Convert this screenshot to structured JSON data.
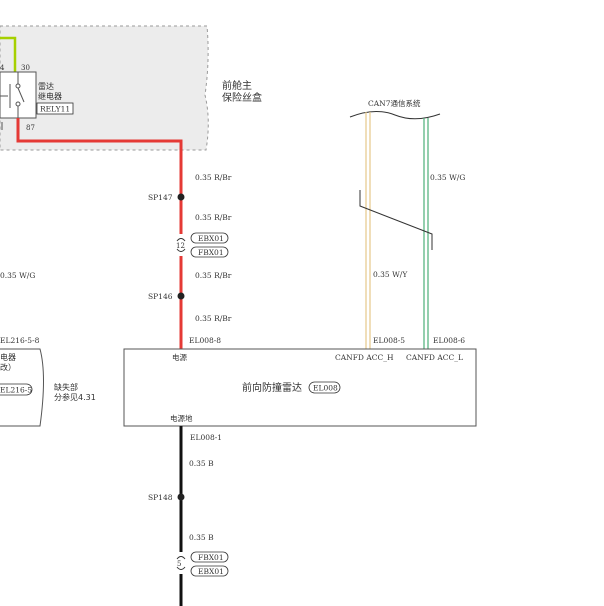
{
  "fusebox": {
    "title_line1": "前舱主",
    "title_line2": "保险丝盒",
    "relay_name_line1": "雷达",
    "relay_name_line2": "继电器",
    "relay_tag": "RELY11",
    "pin_top": "30",
    "pin_bottom": "87",
    "pin_left_partial": "4"
  },
  "can_bus": {
    "label": "CAN7通信系统"
  },
  "left_partial": {
    "wire_label": "0.35 W/G",
    "connector_pin": "EL216-5-8",
    "box_text_line1": "电器",
    "box_text_line2": "改）",
    "connector_tag": "EL216-5",
    "ref_line1": "缺失部",
    "ref_line2": "分参见4.31"
  },
  "wire_labels": {
    "red_1": "0.35 R/Br",
    "red_2": "0.35 R/Br",
    "red_3": "0.35 R/Br",
    "red_4": "0.35 R/Br",
    "can_h": "0.35 W/Y",
    "can_l": "0.35 W/G",
    "black_1": "0.35 B",
    "black_2": "0.35 B"
  },
  "splices": {
    "sp147": "SP147",
    "sp146": "SP146",
    "sp148": "SP148"
  },
  "connectors": {
    "upper_pin": "12",
    "upper_a": "EBX01",
    "upper_b": "FBX01",
    "lower_pin": "5",
    "lower_a": "FBX01",
    "lower_b": "EBX01"
  },
  "module": {
    "name": "前向防撞雷达",
    "tag": "EL008",
    "power_label": "电源",
    "ground_label": "电源地",
    "can_h_label": "CANFD ACC_H",
    "can_l_label": "CANFD ACC_L",
    "pin_power": "EL008-8",
    "pin_can_h": "EL008-5",
    "pin_can_l": "EL008-6",
    "pin_ground": "EL008-1"
  },
  "colors": {
    "power_wire": "#e53935",
    "ground_wire": "#111111",
    "can_h_wire": "#e6c88a",
    "can_l_wire": "#4caf78",
    "relay_wire": "#a6d000",
    "fusebox_fill": "#ececec"
  }
}
